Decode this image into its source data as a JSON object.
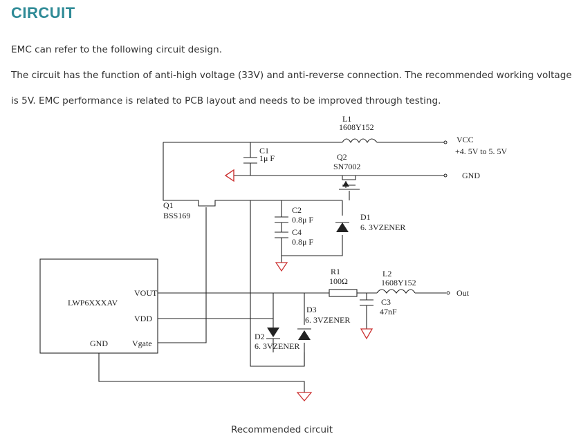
{
  "page": {
    "title": "CIRCUIT",
    "paragraphs": [
      "EMC can refer to the following circuit design.",
      "The circuit has the function of anti-high voltage (33V) and anti-reverse connection. The recommended working voltage",
      "is 5V. EMC performance is related to PCB layout and needs to be improved through testing."
    ],
    "caption": "Recommended circuit"
  },
  "schematic": {
    "L1": {
      "ref": "L1",
      "value": "1608Y152"
    },
    "L2": {
      "ref": "L2",
      "value": "1608Y152"
    },
    "C1": {
      "ref": "C1",
      "value": "1μ F"
    },
    "C2": {
      "ref": "C2",
      "value": "0.8μ F"
    },
    "C4": {
      "ref": "C4",
      "value": "0.8μ F"
    },
    "C3": {
      "ref": "C3",
      "value": "47nF"
    },
    "Q1": {
      "ref": "Q1",
      "value": "BSS169"
    },
    "Q2": {
      "ref": "Q2",
      "value": "SN7002"
    },
    "D1": {
      "ref": "D1",
      "value": "6. 3VZENER"
    },
    "D2": {
      "ref": "D2",
      "value": "6. 3VZENER"
    },
    "D3": {
      "ref": "D3",
      "value": "6. 3VZENER"
    },
    "R1": {
      "ref": "R1",
      "value": "100Ω"
    },
    "vcc": {
      "name": "VCC",
      "range": "+4. 5V  to  5. 5V"
    },
    "gnd_label": "GND",
    "out_label": "Out",
    "ic": {
      "name": "LWP6XXXAV",
      "vout": "VOUT",
      "vdd": "VDD",
      "gnd": "GND",
      "vgate": "Vgate"
    }
  },
  "colors": {
    "title": "#2e8a96",
    "wire": "#222222",
    "reverse_arrow": "#cc3333",
    "ground": "#cc3333"
  }
}
